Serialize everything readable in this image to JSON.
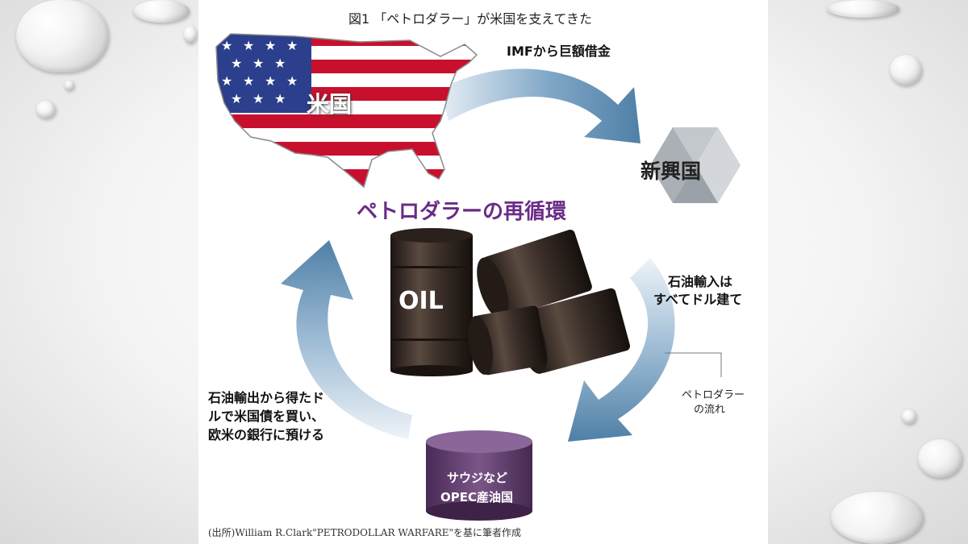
{
  "figure": {
    "title": "図1 「ペトロダラー」が米国を支えてきた",
    "center_label": "ペトロダラーの再循環",
    "nodes": {
      "usa": "米国",
      "emerging": "新興国",
      "opec_line1": "サウジなど",
      "opec_line2": "OPEC産油国",
      "barrel": "OIL"
    },
    "flows": {
      "imf": "IMFから巨額借金",
      "oil_import_line1": "石油輸入は",
      "oil_import_line2": "すべてドル建て",
      "petrodollar_flow_line1": "ペトロダラー",
      "petrodollar_flow_line2": "の流れ",
      "export_line1": "石油輸出から得たド",
      "export_line2": "ルで米国債を買い、",
      "export_line3": "欧米の銀行に預ける"
    },
    "source": "(出所)William R.Clark\"PETRODOLLAR WARFARE\"を基に筆者作成"
  },
  "colors": {
    "arrow_blue": "#4f80a7",
    "title_purple": "#6a2c86",
    "opec_purple": "#5a3566",
    "flag_red": "#c8102e",
    "flag_blue": "#2b3f8c",
    "hex_gray": "#b9bec3",
    "barrel_dark": "#2e2420"
  }
}
